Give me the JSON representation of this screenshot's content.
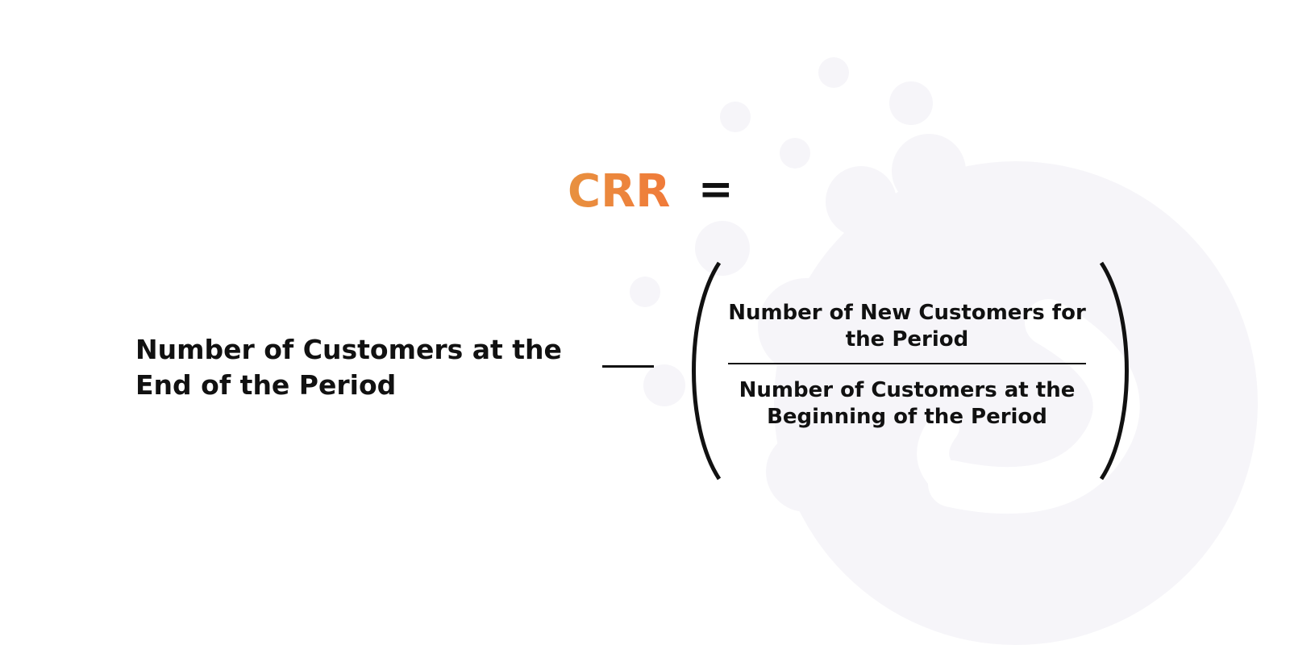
{
  "formula": {
    "lhs_label": "CRR",
    "equals_sign": "=",
    "term_end_customers": "Number of Customers at the End of the Period",
    "minus_sign": "−",
    "numerator": "Number of New Customers for the Period",
    "denominator": "Number of Customers at the Beginning of the Period"
  },
  "colors": {
    "accent_start": "#e8913f",
    "accent_end": "#f07a3a",
    "text": "#111111",
    "watermark": "#f6f5f9"
  },
  "icons": {
    "watermark": "splash-logo-icon"
  }
}
